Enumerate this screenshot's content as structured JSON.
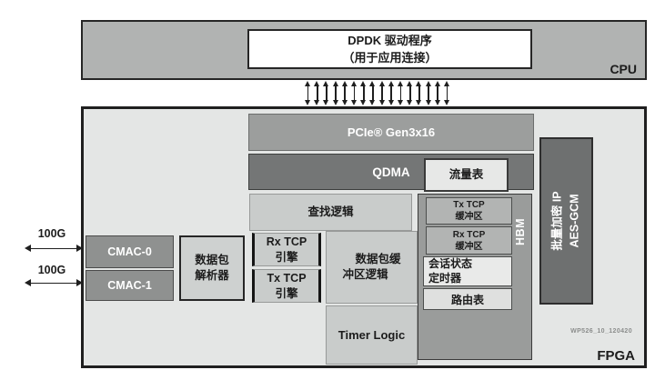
{
  "colors": {
    "cpu_fill": "#b1b3b2",
    "fpga_fill": "#e4e6e5",
    "dark_gray_block": "#747676",
    "mid_gray_block": "#9c9e9d",
    "light_gray_block": "#c9cccb",
    "hbm_panel": "#9a9c9b",
    "crypto_block": "#6e7070",
    "outline": "#262626"
  },
  "cpu": {
    "label": "CPU",
    "dpdk": {
      "line1": "DPDK 驱动程序",
      "line2": "（用于应用连接）"
    }
  },
  "interconnect": {
    "arrow_count": 16
  },
  "nic_ports": [
    {
      "label": "100G"
    },
    {
      "label": "100G"
    }
  ],
  "fpga": {
    "label": "FPGA",
    "watermark": "WP526_10_120420",
    "blocks": {
      "pcie": "PCIe® Gen3x16",
      "qdma": "QDMA",
      "flow_table": "流量表",
      "lookup_logic": "查找逻辑",
      "rx_tcp_engine": {
        "line1": "Rx TCP",
        "line2": "引擎"
      },
      "tx_tcp_engine": {
        "line1": "Tx TCP",
        "line2": "引擎"
      },
      "packet_buffer_logic": {
        "line1": "数据包缓",
        "line2": "冲区逻辑"
      },
      "timer_logic": "Timer Logic",
      "hbm": "HBM",
      "tx_tcp_buffer": {
        "line1": "Tx TCP",
        "line2": "缓冲区"
      },
      "rx_tcp_buffer": {
        "line1": "Rx TCP",
        "line2": "缓冲区"
      },
      "session_state_timer": {
        "line1": "会话状态",
        "line2": "定时器"
      },
      "routing_table": "路由表",
      "bulk_crypto": {
        "line1": "批量加密 IP",
        "line2": "AES-GCM"
      },
      "cmac0": "CMAC-0",
      "cmac1": "CMAC-1",
      "packet_parser": {
        "line1": "数据包",
        "line2": "解析器"
      }
    }
  }
}
